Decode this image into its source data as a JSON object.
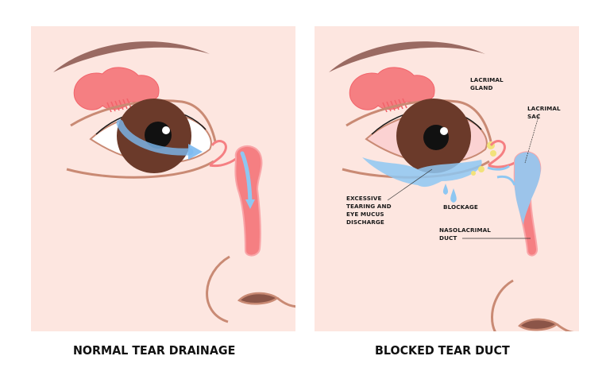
{
  "panels": {
    "left": {
      "caption": "NORMAL TEAR DRAINAGE"
    },
    "right": {
      "caption": "BLOCKED TEAR DUCT",
      "labels": {
        "lacrimal_gland": "LACRIMAL\nGLAND",
        "lacrimal_sac": "LACRIMAL\nSAC",
        "excessive_tearing": "EXCESSIVE\nTEARING AND\nEYE MUCUS\nDISCHARGE",
        "blockage": "BLOCKAGE",
        "nasolacrimal_duct": "NASOLACRIMAL\nDUCT"
      }
    }
  },
  "colors": {
    "background": "#fde6e0",
    "skin_line": "#c98a74",
    "eyebrow": "#9a6a62",
    "iris": "#6b3a2a",
    "pupil": "#111111",
    "gland": "#f57f82",
    "tear": "#8ec7f2",
    "mucus": "#f2e27a"
  }
}
